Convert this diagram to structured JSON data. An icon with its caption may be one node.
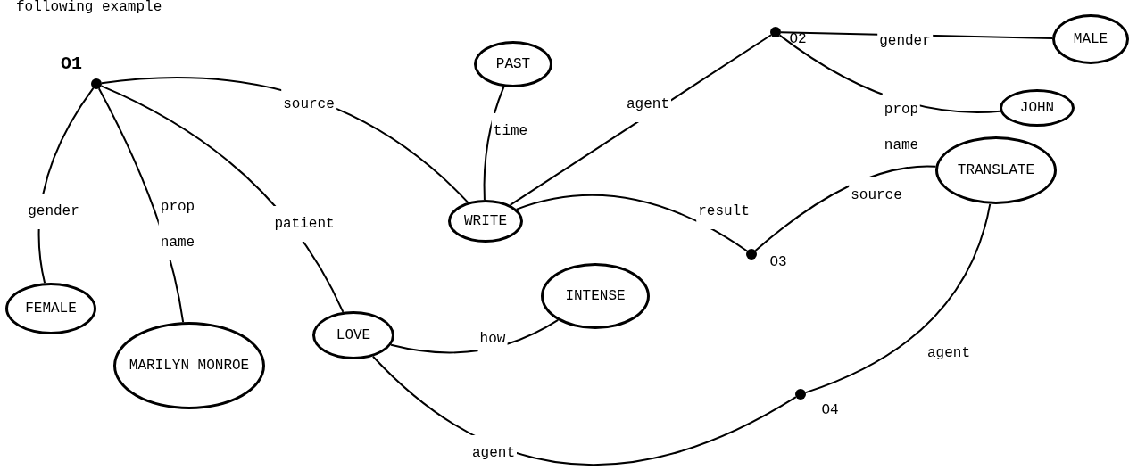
{
  "diagram": {
    "nodes": [
      {
        "text": [],
        "shape": "circle",
        "beside": [
          "O1"
        ]
      },
      {
        "text": [
          "PAST"
        ]
      },
      {
        "text": [
          "WRITE"
        ]
      },
      {
        "text": [],
        "shape": "circle",
        "beside": [
          "O2"
        ]
      },
      {
        "text": [
          "MALE"
        ]
      },
      {
        "text": [
          "JOHN"
        ]
      },
      {
        "text": [
          "TRANSLATE"
        ]
      },
      {
        "text": [
          "FEMALE"
        ]
      },
      {
        "text": [
          "MARILYN MONROE"
        ]
      },
      {
        "text": [
          "LOVE"
        ]
      },
      {
        "text": [
          "INTENSE"
        ]
      },
      {
        "text": [],
        "shape": "circle",
        "beside": [
          "O3"
        ]
      },
      {
        "text": [],
        "shape": "circle",
        "beside": [
          "O4"
        ]
      }
    ],
    "edges": [
      {
        "from": 0,
        "to": 2,
        "arrow": "none",
        "label": "source"
      },
      {
        "from": 1,
        "to": 2,
        "arrow": "none",
        "label": "time"
      },
      {
        "from": 2,
        "to": 3,
        "arrow": "none",
        "label": "agent"
      },
      {
        "from": 3,
        "to": 4,
        "arrow": "none",
        "label": "gender"
      },
      {
        "from": 3,
        "to": 5,
        "arrow": "none",
        "label": "prop name"
      },
      {
        "from": 0,
        "to": 7,
        "arrow": "none",
        "label": "gender"
      },
      {
        "from": 0,
        "to": 8,
        "arrow": "none",
        "label": "prop name"
      },
      {
        "from": 0,
        "to": 9,
        "arrow": "none",
        "label": "patient"
      },
      {
        "from": 2,
        "to": 11,
        "arrow": "none",
        "label": "result"
      },
      {
        "from": 6,
        "to": 11,
        "arrow": "none",
        "label": "source"
      },
      {
        "from": 9,
        "to": 10,
        "arrow": "none",
        "label": "how"
      },
      {
        "from": 9,
        "to": 12,
        "arrow": "none",
        "label": "agent"
      },
      {
        "from": 6,
        "to": 12,
        "arrow": "none",
        "label": "agent"
      }
    ],
    "labels": [
      "following example"
    ]
  }
}
